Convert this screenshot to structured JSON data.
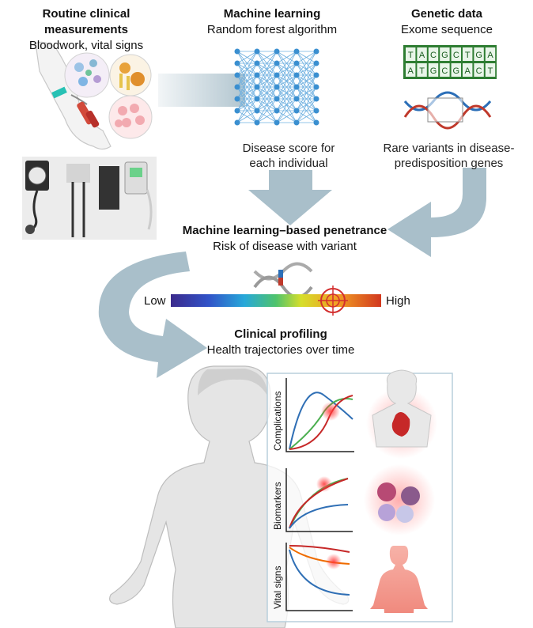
{
  "sections": {
    "routine": {
      "title": "Routine clinical measurements",
      "subtitle": "Bloodwork, vital signs"
    },
    "ml": {
      "title": "Machine learning",
      "subtitle": "Random forest algorithm",
      "caption_line1": "Disease score for",
      "caption_line2": "each individual"
    },
    "genetic": {
      "title": "Genetic data",
      "subtitle": "Exome sequence",
      "caption_line1": "Rare variants in disease-",
      "caption_line2": "predisposition genes",
      "seq_top": [
        "T",
        "A",
        "C",
        "G",
        "C",
        "T",
        "G",
        "A"
      ],
      "seq_bottom": [
        "A",
        "T",
        "G",
        "C",
        "G",
        "A",
        "C",
        "T"
      ]
    },
    "penetrance": {
      "title": "Machine learning–based penetrance",
      "subtitle": "Risk of disease with variant",
      "scale_low": "Low",
      "scale_high": "High"
    },
    "profiling": {
      "title": "Clinical profiling",
      "subtitle": "Health trajectories over time"
    }
  },
  "panels": [
    {
      "ylabel": "Complications"
    },
    {
      "ylabel": "Biomarkers"
    },
    {
      "ylabel": "Vital signs"
    }
  ],
  "colors": {
    "arrow": "#a9bfca",
    "green": "#4caf50",
    "blue": "#2f6fb5",
    "red": "#c62828",
    "orange": "#ef6c00",
    "node": "#3a8fd0"
  },
  "icons": [
    "arm-with-iv-icon",
    "blood-cells-icon",
    "vitals-monitor-icon",
    "neural-network-icon",
    "dna-icon",
    "target-icon",
    "human-body-icon",
    "heart-icon",
    "cells-icon"
  ]
}
